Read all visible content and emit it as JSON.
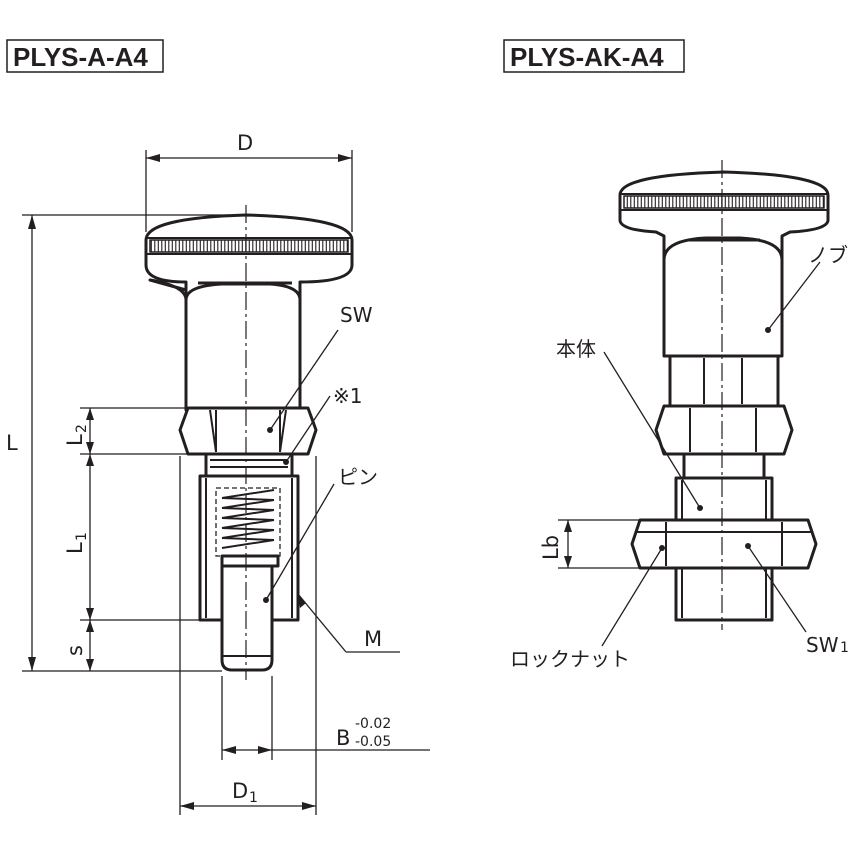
{
  "diagram": {
    "left_title": "PLYS-A-A4",
    "right_title": "PLYS-AK-A4",
    "left_labels": {
      "D": "D",
      "L": "L",
      "L2_main": "L",
      "L2_sub": "2",
      "L1_main": "L",
      "L1_sub": "1",
      "s": "s",
      "SW": "SW",
      "note1": "※1",
      "pin": "ピン",
      "M": "M",
      "B_main": "B",
      "B_upper_tol": "-0.02",
      "B_lower_tol": "-0.05",
      "D1_main": "D",
      "D1_sub": "1"
    },
    "right_labels": {
      "knob": "ノブ",
      "body": "本体",
      "Lb": "Lb",
      "lock_nut": "ロックナット",
      "SW1_main": "SW",
      "SW1_sub": "1"
    }
  }
}
